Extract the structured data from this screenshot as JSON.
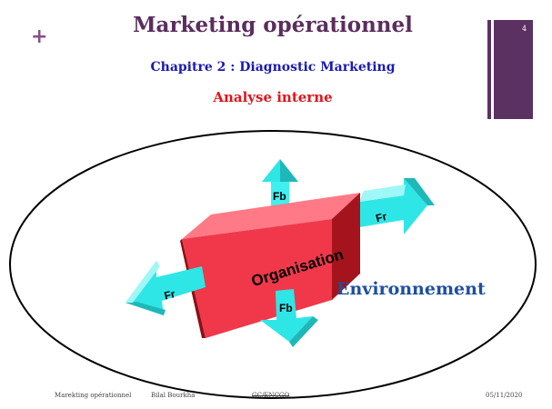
{
  "slide": {
    "plus": "+",
    "title": "Marketing opérationnel",
    "subtitle": "Chapitre 2 : Diagnostic Marketing",
    "section": "Analyse interne",
    "number": "4"
  },
  "diagram": {
    "center": "Organisation",
    "environment": "Environnement",
    "arrow_up": "Fb",
    "arrow_down": "Fb",
    "arrow_left": "Fr",
    "arrow_right": "Fr"
  },
  "footer": {
    "course": "Marekting opérationnel",
    "author": "Bilal Bourkha",
    "org": "GC/ENCGO",
    "date": "05/11/2020"
  },
  "colors": {
    "brand_purple": "#5b3162",
    "title_color": "#5b2d5e",
    "subtitle_blue": "#1a1ab0",
    "section_red": "#e0151b",
    "arrow_cyan": "#2fe6e6",
    "box_red": "#f0384a"
  }
}
